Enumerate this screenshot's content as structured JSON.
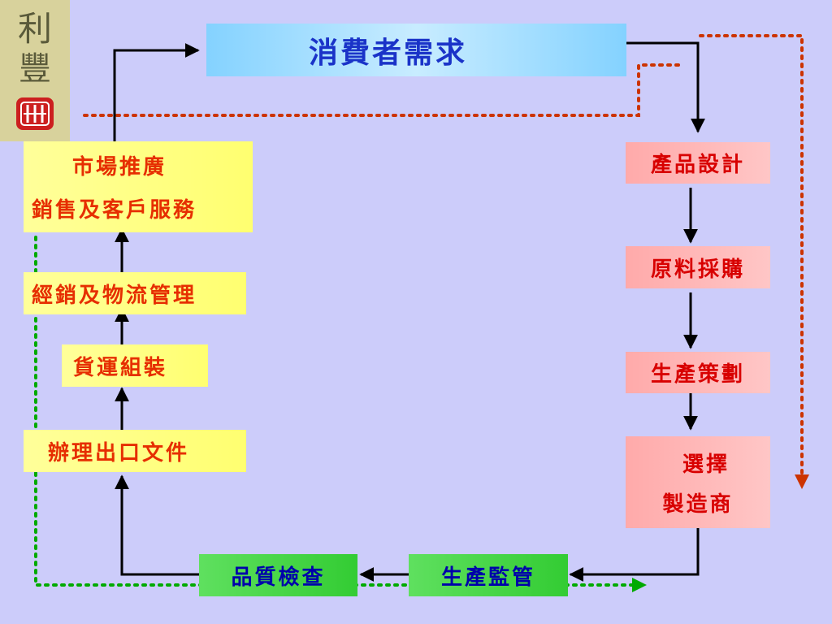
{
  "title": "消費者需求",
  "left_column": {
    "marketing": {
      "line1": "市場推廣",
      "line2": "銷售及客戶服務"
    },
    "logistics": "經銷及物流管理",
    "assembly": "貨運組裝",
    "export_docs": "辦理出口文件"
  },
  "right_column": {
    "product_design": "產品設計",
    "material_purchase": "原料採購",
    "production_planning": "生產策劃",
    "select_manufacturer": {
      "line1": "選擇",
      "line2": "製造商"
    }
  },
  "bottom_row": {
    "quality_check": "品質檢查",
    "production_supervision": "生產監管"
  },
  "colors": {
    "background": "#ccccfa",
    "title_text": "#1a33c8",
    "yellow_box": "#ffff80",
    "yellow_text": "#e62e00",
    "pink_box": "#ffb8b8",
    "pink_text": "#d80000",
    "green_box": "#44d444",
    "green_text": "#0000aa",
    "red_dotted_line": "#cc3300",
    "green_dotted_line": "#00aa00"
  },
  "logo": {
    "glyph1": "利",
    "glyph2": "豐"
  }
}
